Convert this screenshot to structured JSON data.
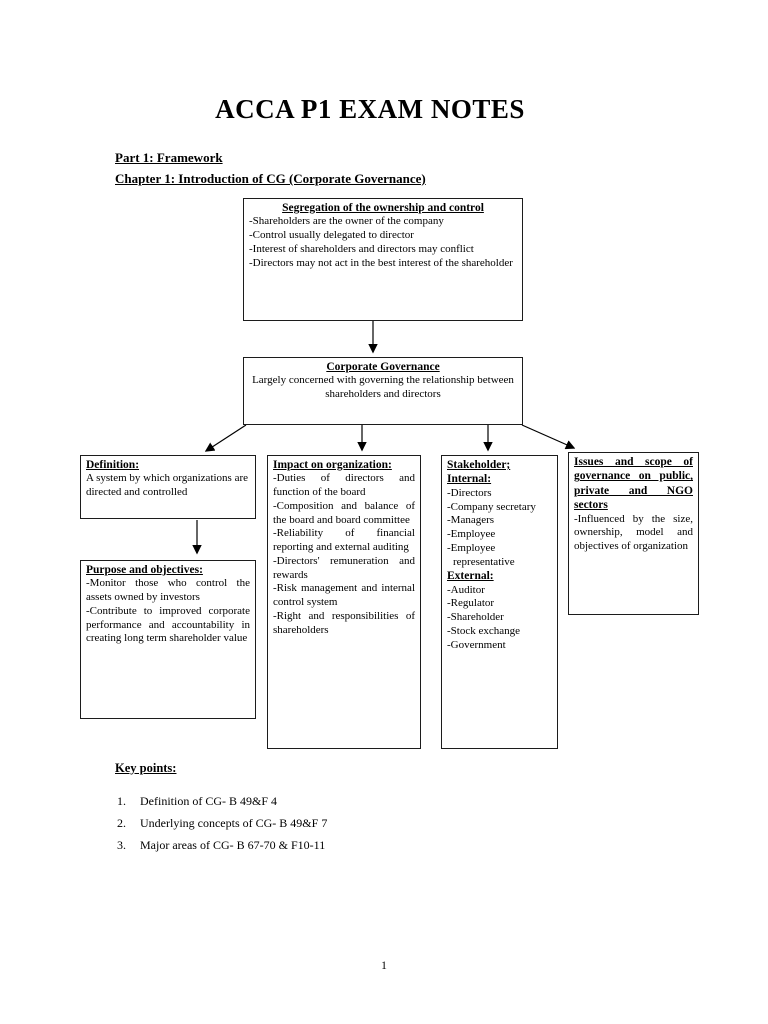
{
  "page": {
    "title": "ACCA P1 EXAM NOTES",
    "part_heading": "Part 1: Framework",
    "chapter_heading": "Chapter 1: Introduction of CG (Corporate Governance)",
    "page_number": "1"
  },
  "diagram": {
    "segregation": {
      "title": "Segregation of the ownership and control",
      "items": [
        "-Shareholders are the owner of the company",
        "-Control usually delegated to director",
        "-Interest of shareholders and directors may conflict",
        "-Directors may not act in the best interest of the shareholder"
      ]
    },
    "corporate_governance": {
      "title": "Corporate Governance",
      "body": "Largely concerned with governing the relationship between shareholders and directors"
    },
    "definition": {
      "title": "Definition:",
      "body": "A system by which organizations are directed and controlled"
    },
    "purpose": {
      "title": "Purpose and objectives:",
      "items": [
        "-Monitor those who control the assets owned by investors",
        "-Contribute to improved corporate performance and accountability in creating long term shareholder value"
      ]
    },
    "impact": {
      "title": "Impact on organization:",
      "items": [
        "-Duties of directors and function of the board",
        "-Composition and balance of the board and board committee",
        "-Reliability of financial reporting and external auditing",
        "-Directors' remuneration and rewards",
        "-Risk management and internal control system",
        "-Right and responsibilities of shareholders"
      ]
    },
    "stakeholder": {
      "title": "Stakeholder;",
      "internal_label": "Internal:",
      "internal_items": [
        "-Directors",
        "-Company secretary",
        "-Managers",
        "-Employee",
        "-Employee representative"
      ],
      "external_label": "External:",
      "external_items": [
        "-Auditor",
        "-Regulator",
        "-Shareholder",
        "-Stock exchange",
        "-Government"
      ]
    },
    "issues": {
      "title": "Issues and scope of governance on public, private and NGO sectors",
      "body": "-Influenced by the size, ownership, model and objectives of organization"
    }
  },
  "key_points": {
    "heading": "Key points:",
    "items": [
      {
        "num": "1.",
        "text": "Definition of CG- B 49&F 4"
      },
      {
        "num": "2.",
        "text": "Underlying concepts of CG- B 49&F 7"
      },
      {
        "num": "3.",
        "text": "Major areas of CG- B 67-70 & F10-11"
      }
    ]
  }
}
